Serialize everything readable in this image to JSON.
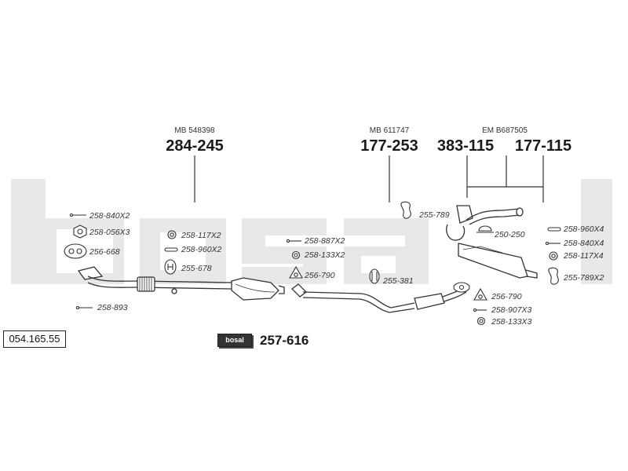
{
  "catalog_number": "054.165.55",
  "brand_tag": {
    "logo": "bosal",
    "number": "257-616"
  },
  "watermark": "bosal",
  "assemblies": [
    {
      "ref": "MB 548398",
      "part": "284-245"
    },
    {
      "ref": "MB 611747",
      "part": "177-253"
    },
    {
      "ref": "",
      "part": "383-115"
    },
    {
      "ref": "EM B687505",
      "part": "177-115"
    }
  ],
  "part_labels": {
    "p258_840x2": "258-840X2",
    "p258_056x3": "258-056X3",
    "p256_668": "256-668",
    "p258_893": "258-893",
    "p258_117x2": "258-117X2",
    "p258_960x2": "258-960X2",
    "p255_678": "255-678",
    "p258_887x2": "258-887X2",
    "p258_133x2": "258-133X2",
    "p256_790_a": "256-790",
    "p255_381": "255-381",
    "p255_789": "255-789",
    "p250_250": "250-250",
    "p258_960x4": "258-960X4",
    "p258_840x4": "258-840X4",
    "p258_117x4": "258-117X4",
    "p255_789x2": "255-789X2",
    "p256_790_b": "256-790",
    "p258_907x3": "258-907X3",
    "p258_133x3": "258-133X3"
  },
  "colors": {
    "line": "#333333",
    "watermark": "#e6e6e6"
  }
}
